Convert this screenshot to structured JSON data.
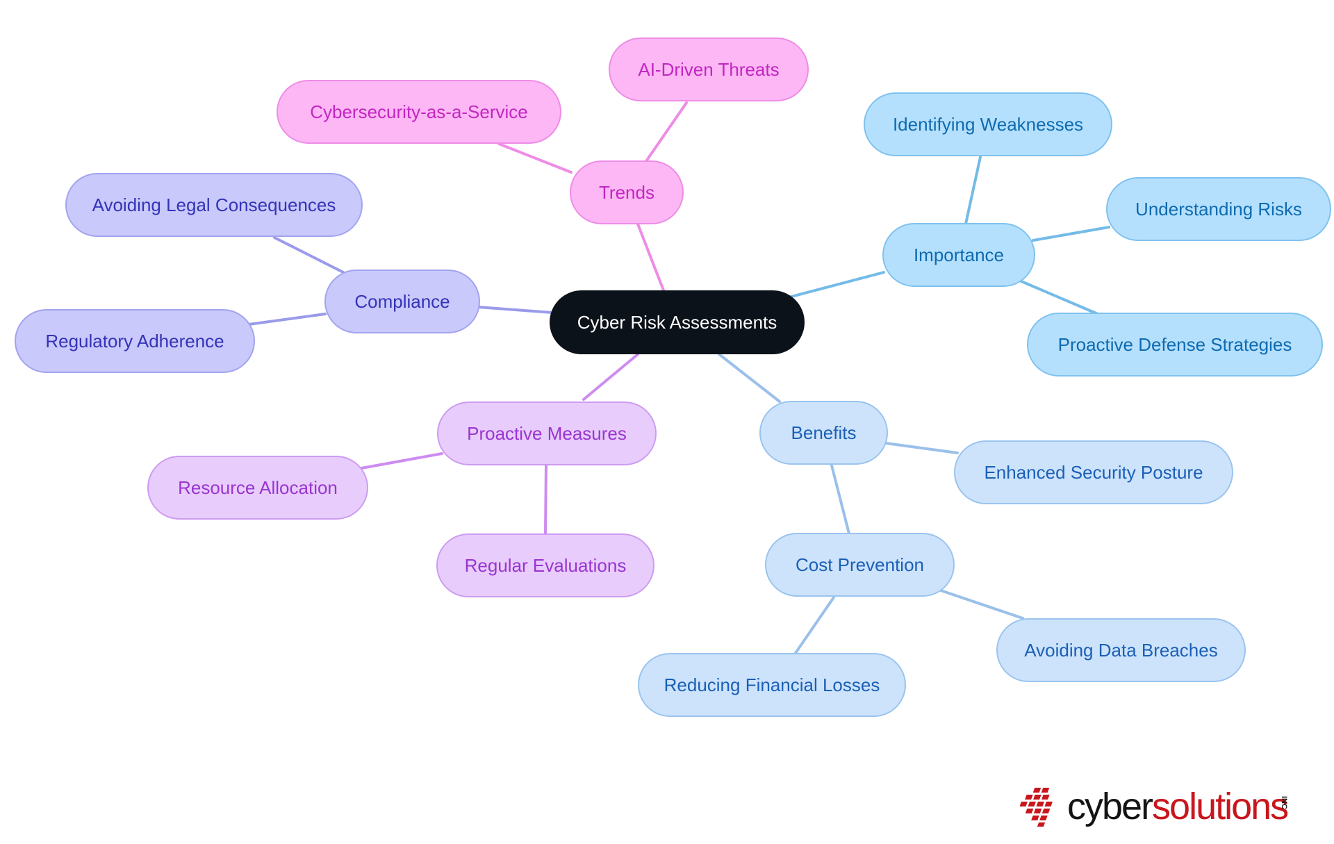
{
  "diagram": {
    "root": "Cyber Risk Assessments",
    "branches": [
      {
        "label": "Trends",
        "color": "#fdb7f5",
        "children": [
          "AI-Driven Threats",
          "Cybersecurity-as-a-Service"
        ]
      },
      {
        "label": "Compliance",
        "color": "#c9c9fb",
        "children": [
          "Avoiding Legal Consequences",
          "Regulatory Adherence"
        ]
      },
      {
        "label": "Proactive Measures",
        "color": "#e7ccfc",
        "children": [
          "Resource Allocation",
          "Regular Evaluations"
        ]
      },
      {
        "label": "Importance",
        "color": "#b5e0fd",
        "children": [
          "Identifying Weaknesses",
          "Understanding Risks",
          "Proactive Defense Strategies"
        ]
      },
      {
        "label": "Benefits",
        "color": "#cde3fb",
        "children": [
          "Enhanced Security Posture",
          "Cost Prevention"
        ]
      },
      {
        "label": "Cost Prevention",
        "color": "#cde3fb",
        "children": [
          "Avoiding Data Breaches",
          "Reducing Financial Losses"
        ]
      }
    ]
  },
  "logo": {
    "part1": "cyber",
    "part2": "solutions",
    "suffix": "INC",
    "brand_red": "#c8161c"
  }
}
